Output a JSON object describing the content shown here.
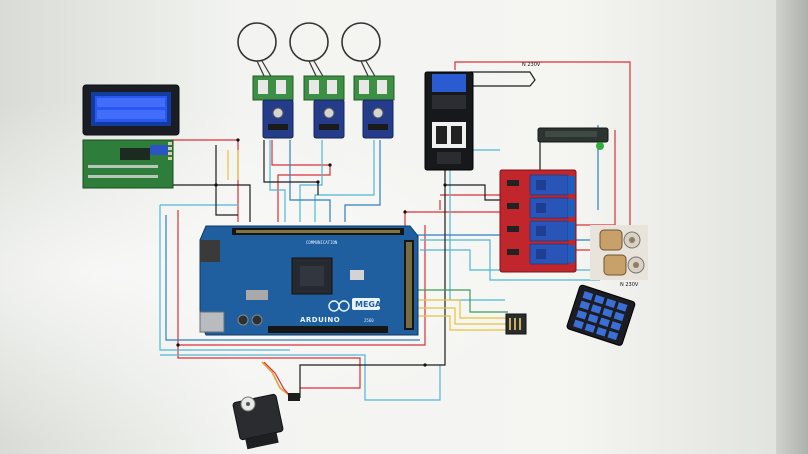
{
  "labels": {
    "board_brand": "ARDUINO",
    "board_model": "MEGA",
    "board_sub": "2560",
    "comm_label": "COMMUNICATION",
    "mains_top": "N 230V",
    "mains_bottom": "N 230V"
  },
  "colors": {
    "wire_red": "#d8323a",
    "wire_cyan": "#4fb6d6",
    "wire_blue": "#2f7fc1",
    "wire_black": "#1d1d1d",
    "wire_yellow": "#e8c23a",
    "wire_green": "#3f9a55",
    "board_blue": "#1f5f9f",
    "relay_red": "#c0262b",
    "lcd_blue": "#2e5cff"
  }
}
